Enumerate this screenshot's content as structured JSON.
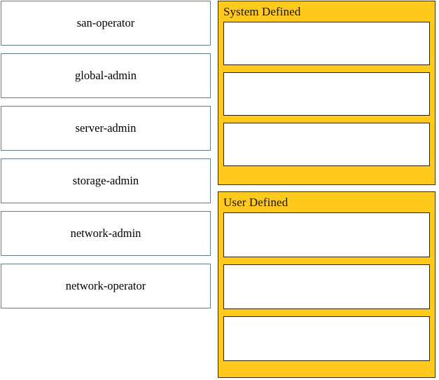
{
  "left_column": {
    "roles": [
      {
        "label": "san-operator"
      },
      {
        "label": "global-admin"
      },
      {
        "label": "server-admin"
      },
      {
        "label": "storage-admin"
      },
      {
        "label": "network-admin"
      },
      {
        "label": "network-operator"
      }
    ]
  },
  "right_column": {
    "panels": [
      {
        "title": "System Defined",
        "accent_color": "#FFC91E",
        "slots": [
          {
            "label": ""
          },
          {
            "label": ""
          },
          {
            "label": ""
          }
        ]
      },
      {
        "title": "User Defined",
        "accent_color": "#FFC91E",
        "slots": [
          {
            "label": ""
          },
          {
            "label": ""
          },
          {
            "label": ""
          }
        ]
      }
    ]
  },
  "colors": {
    "panel_background": "#FFC91E",
    "panel_border": "#3a2b04",
    "slot_border": "#2b1f06",
    "slot_background": "#ffffff",
    "role_box_border": "#5f8289",
    "role_box_background": "#ffffff",
    "text": "#000000",
    "page_background": "#ffffff"
  }
}
